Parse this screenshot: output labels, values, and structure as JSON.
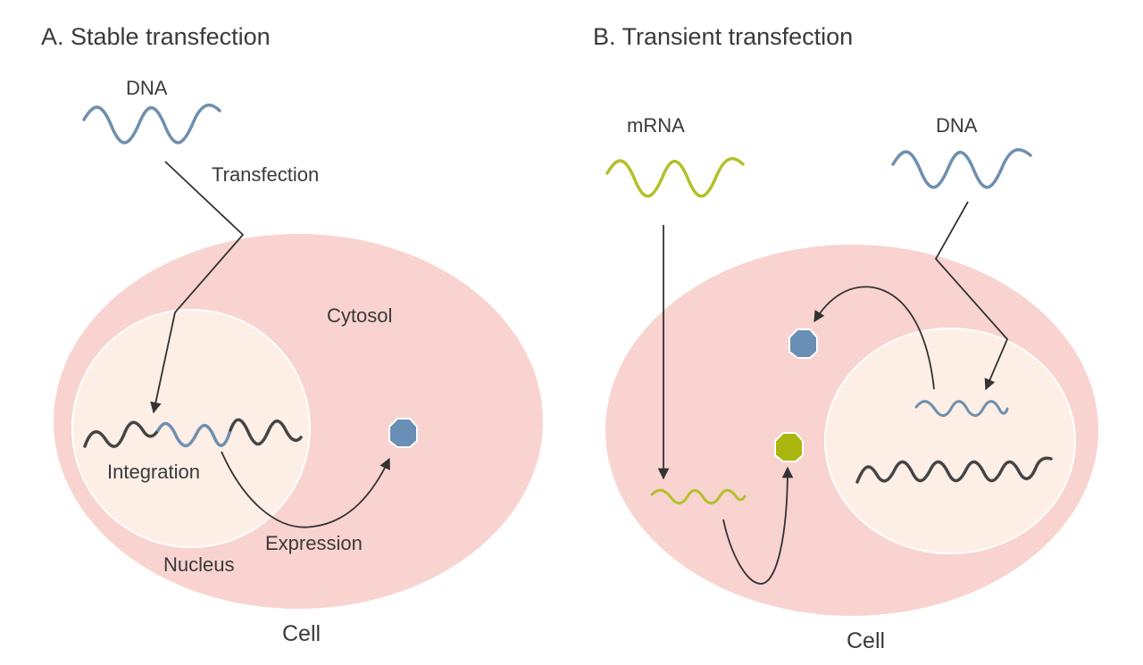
{
  "panel_a": {
    "title": "A. Stable transfection",
    "dna_label": "DNA",
    "transfection_label": "Transfection",
    "cytosol_label": "Cytosol",
    "integration_label": "Integration",
    "expression_label": "Expression",
    "nucleus_label": "Nucleus",
    "cell_label": "Cell"
  },
  "panel_b": {
    "title": "B. Transient transfection",
    "mrna_label": "mRNA",
    "dna_label": "DNA",
    "cell_label": "Cell"
  },
  "colors": {
    "cell_fill": "#f8d3cf",
    "nucleus_fill": "#fdeee6",
    "dna_blue": "#6f8fae",
    "mrna_green": "#b3c02a",
    "host_dna": "#444444",
    "arrow": "#333333",
    "blue_protein": "#6a8fb6",
    "green_protein": "#aab50f"
  },
  "icons": {
    "blue_protein": "octagon-protein-icon",
    "green_protein": "octagon-protein-icon"
  }
}
